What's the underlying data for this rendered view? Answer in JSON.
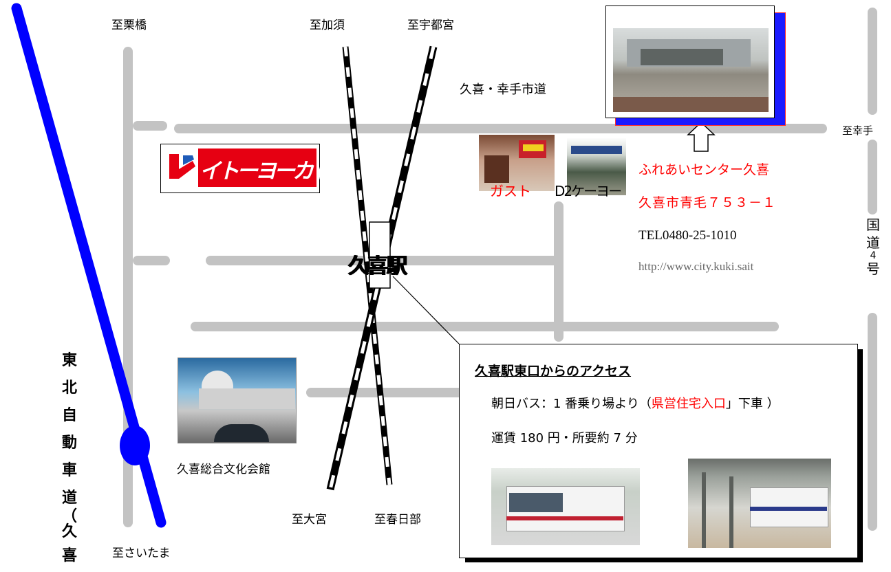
{
  "directions": {
    "kuribashi": "至栗橋",
    "kazo": "至加須",
    "utsunomiya": "至宇都宮",
    "satte": "至幸手",
    "omiya": "至大宮",
    "kasukabe": "至春日部",
    "saitama": "至さいたま"
  },
  "roads": {
    "city_road": "久喜・幸手市道",
    "route4_chars": [
      "国",
      "道",
      "4",
      "号"
    ],
    "expressway_chars": [
      "東",
      "北",
      "自",
      "動",
      "車",
      "道",
      "（",
      "久",
      "喜"
    ]
  },
  "landmarks": {
    "station": "久喜駅",
    "itoyokado": "イトーヨーカドー",
    "gusto": "ガスト",
    "d2": "D2ケーヨー",
    "bunka_kaikan": "久喜総合文化会館"
  },
  "destination": {
    "name": "ふれあいセンター久喜",
    "address": "久喜市青毛７５３－１",
    "tel": "TEL0480-25-1010",
    "url": "http://www.city.kuki.sait"
  },
  "access": {
    "title": "久喜駅東口からのアクセス",
    "line1_prefix": "朝日バス：1 番乗り場より（",
    "line1_stop": "県営住宅入口",
    "line1_suffix": "」下車 ）",
    "line2": "運賃 180 円・所要約 7 分"
  },
  "colors": {
    "road": "#c3c3c3",
    "expressway": "#0000ff",
    "accent_red": "#ff0000"
  }
}
